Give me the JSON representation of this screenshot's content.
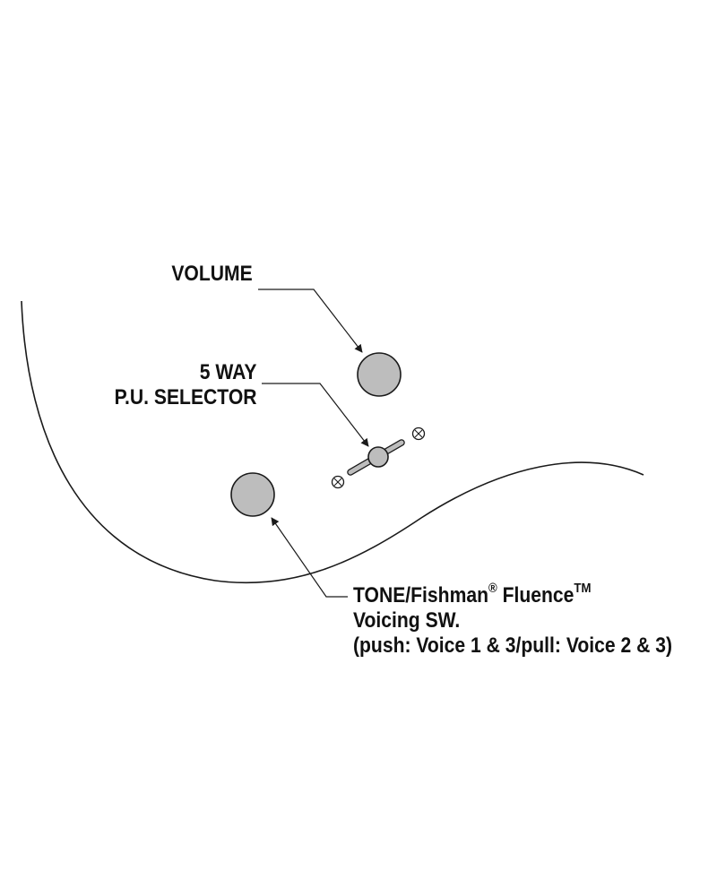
{
  "labels": {
    "volume": "VOLUME",
    "selector_line1": "5 WAY",
    "selector_line2": "P.U. SELECTOR",
    "tone_name": "TONE/Fishman",
    "tone_reg_mark": "®",
    "tone_product": " Fluence",
    "tone_tm_mark": "TM",
    "tone_line2": "Voicing SW.",
    "tone_line3": "(push: Voice 1 & 3/pull: Voice 2 & 3)"
  },
  "colors": {
    "knob_fill": "#bdbdbd",
    "outline": "#1a1a1a",
    "text": "#111111"
  }
}
